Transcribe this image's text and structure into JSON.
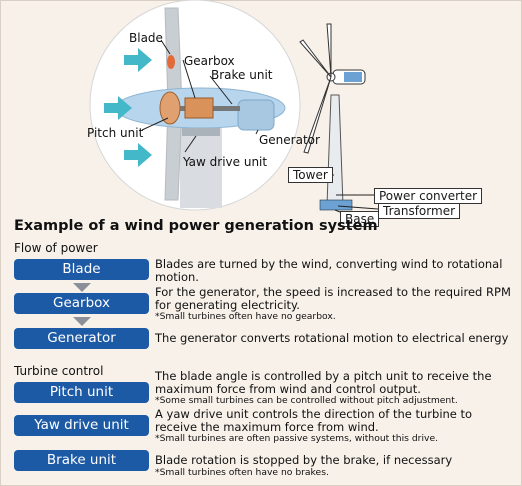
{
  "diagram": {
    "labels": {
      "blade": "Blade",
      "gearbox": "Gearbox",
      "brake_unit": "Brake unit",
      "pitch_unit": "Pitch unit",
      "generator": "Generator",
      "yaw_drive_unit": "Yaw drive unit",
      "tower": "Tower",
      "power_converter": "Power converter",
      "transformer": "Transformer",
      "base": "Base"
    },
    "colors": {
      "accent": "#1d5aa6",
      "wind_arrow": "#43b8c9",
      "background": "#f8f1ea"
    }
  },
  "title": "Example of a wind power generation system",
  "flow": {
    "heading": "Flow of power",
    "items": [
      {
        "label": "Blade",
        "text": "Blades are turned by the wind, converting wind to rotational motion.",
        "note": ""
      },
      {
        "label": "Gearbox",
        "text": "For the generator, the speed is increased to the required RPM for generating electricity.",
        "note": "*Small turbines often have no gearbox."
      },
      {
        "label": "Generator",
        "text": "The generator converts rotational motion to electrical energy",
        "note": ""
      }
    ]
  },
  "control": {
    "heading": "Turbine control",
    "items": [
      {
        "label": "Pitch unit",
        "text": "The blade angle is controlled by a pitch unit to receive the maximum force from wind and control output.",
        "note": "*Some small turbines can be controlled without pitch adjustment."
      },
      {
        "label": "Yaw drive unit",
        "text": "A yaw drive unit controls the direction of the turbine to receive the maximum force from wind.",
        "note": "*Small turbines are often passive systems, without this drive."
      },
      {
        "label": "Brake unit",
        "text": "Blade rotation is stopped by the brake, if necessary",
        "note": "*Small turbines often have no brakes."
      }
    ]
  }
}
